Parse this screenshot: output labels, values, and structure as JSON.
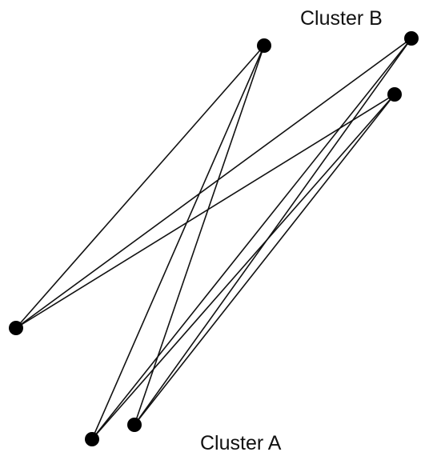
{
  "labels": {
    "cluster_b": "Cluster B",
    "cluster_a": "Cluster A"
  },
  "colors": {
    "ink": "#111111",
    "node": "#000000",
    "background": "#ffffff"
  },
  "nodes": [
    {
      "id": "b1",
      "cluster": "B"
    },
    {
      "id": "b2",
      "cluster": "B"
    },
    {
      "id": "b3",
      "cluster": "B"
    },
    {
      "id": "a1",
      "cluster": "A"
    },
    {
      "id": "a2",
      "cluster": "A"
    },
    {
      "id": "a3",
      "cluster": "A"
    }
  ],
  "edges": [
    {
      "from": "b1",
      "to": "a1"
    },
    {
      "from": "b1",
      "to": "a2"
    },
    {
      "from": "b1",
      "to": "a3"
    },
    {
      "from": "b2",
      "to": "a1"
    },
    {
      "from": "b2",
      "to": "a2"
    },
    {
      "from": "b2",
      "to": "a3"
    },
    {
      "from": "b3",
      "to": "a1"
    },
    {
      "from": "b3",
      "to": "a2"
    },
    {
      "from": "b3",
      "to": "a3"
    }
  ]
}
